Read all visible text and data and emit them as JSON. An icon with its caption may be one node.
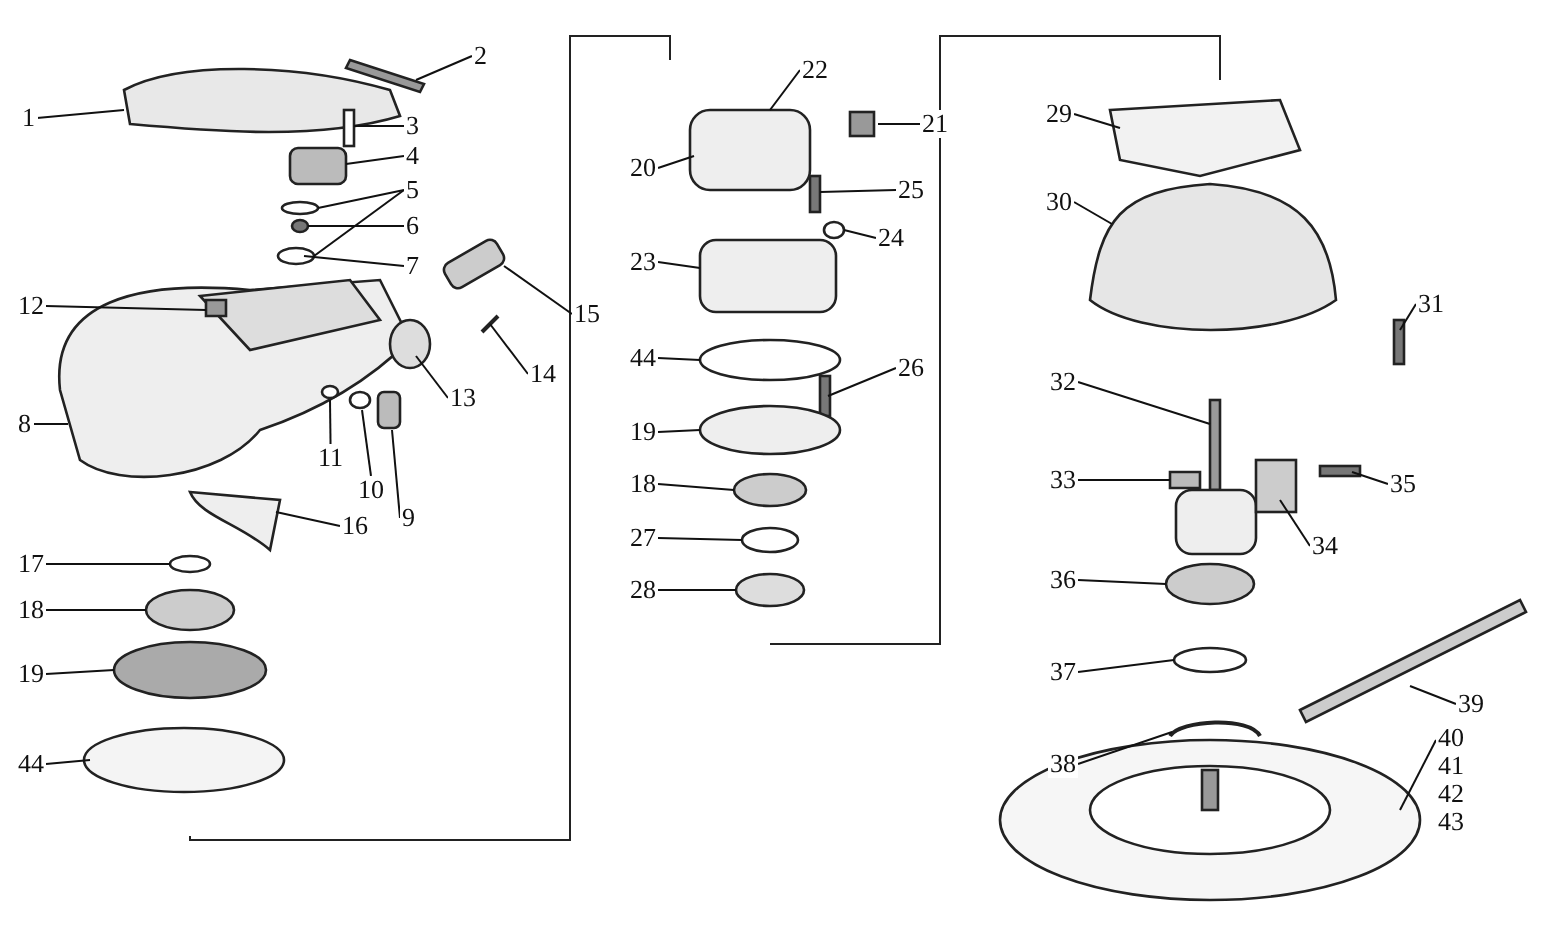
{
  "diagram": {
    "nodes": [
      {
        "text": [
          "1"
        ]
      },
      {
        "text": [
          "2"
        ]
      },
      {
        "text": [
          "3"
        ]
      },
      {
        "text": [
          "4"
        ]
      },
      {
        "text": [
          "5"
        ]
      },
      {
        "text": [
          "6"
        ]
      },
      {
        "text": [
          "7"
        ]
      },
      {
        "text": [
          "12"
        ]
      },
      {
        "text": [
          "15"
        ]
      },
      {
        "text": [
          "8"
        ]
      },
      {
        "text": [
          "13"
        ]
      },
      {
        "text": [
          "14"
        ]
      },
      {
        "text": [
          "11"
        ]
      },
      {
        "text": [
          "10"
        ]
      },
      {
        "text": [
          "9"
        ]
      },
      {
        "text": [
          "16"
        ]
      },
      {
        "text": [
          "17"
        ]
      },
      {
        "text": [
          "18"
        ]
      },
      {
        "text": [
          "19"
        ]
      },
      {
        "text": [
          "44"
        ]
      },
      {
        "text": [
          "22"
        ]
      },
      {
        "text": [
          "21"
        ]
      },
      {
        "text": [
          "20"
        ]
      },
      {
        "text": [
          "25"
        ]
      },
      {
        "text": [
          "24"
        ]
      },
      {
        "text": [
          "23"
        ]
      },
      {
        "text": [
          "44"
        ]
      },
      {
        "text": [
          "26"
        ]
      },
      {
        "text": [
          "19"
        ]
      },
      {
        "text": [
          "18"
        ]
      },
      {
        "text": [
          "27"
        ]
      },
      {
        "text": [
          "28"
        ]
      },
      {
        "text": [
          "29"
        ]
      },
      {
        "text": [
          "30"
        ]
      },
      {
        "text": [
          "31"
        ]
      },
      {
        "text": [
          "32"
        ]
      },
      {
        "text": [
          "33"
        ]
      },
      {
        "text": [
          "34"
        ]
      },
      {
        "text": [
          "35"
        ]
      },
      {
        "text": [
          "36"
        ]
      },
      {
        "text": [
          "37"
        ]
      },
      {
        "text": [
          "38"
        ]
      },
      {
        "text": [
          "39"
        ]
      },
      {
        "text": [
          "40",
          "41",
          "42",
          "43"
        ]
      }
    ],
    "edges": [
      {
        "from": 0,
        "to": null,
        "arrow": "none"
      },
      {
        "from": 1,
        "to": null,
        "arrow": "none"
      },
      {
        "from": 2,
        "to": null,
        "arrow": "none"
      },
      {
        "from": 3,
        "to": null,
        "arrow": "none"
      },
      {
        "from": 4,
        "to": null,
        "arrow": "none"
      },
      {
        "from": 4,
        "to": null,
        "arrow": "none"
      },
      {
        "from": 5,
        "to": null,
        "arrow": "none"
      },
      {
        "from": 6,
        "to": null,
        "arrow": "none"
      },
      {
        "from": 7,
        "to": null,
        "arrow": "none"
      },
      {
        "from": 8,
        "to": null,
        "arrow": "none"
      },
      {
        "from": 9,
        "to": null,
        "arrow": "none"
      },
      {
        "from": 10,
        "to": null,
        "arrow": "none"
      },
      {
        "from": 11,
        "to": null,
        "arrow": "none"
      },
      {
        "from": 12,
        "to": null,
        "arrow": "none"
      },
      {
        "from": 13,
        "to": null,
        "arrow": "none"
      },
      {
        "from": 14,
        "to": null,
        "arrow": "none"
      },
      {
        "from": 15,
        "to": null,
        "arrow": "none"
      },
      {
        "from": 16,
        "to": null,
        "arrow": "none"
      },
      {
        "from": 17,
        "to": null,
        "arrow": "none"
      },
      {
        "from": 18,
        "to": null,
        "arrow": "none"
      },
      {
        "from": 19,
        "to": null,
        "arrow": "none"
      },
      {
        "from": 20,
        "to": null,
        "arrow": "none"
      },
      {
        "from": 21,
        "to": null,
        "arrow": "none"
      },
      {
        "from": 22,
        "to": null,
        "arrow": "none"
      },
      {
        "from": 23,
        "to": null,
        "arrow": "none"
      },
      {
        "from": 24,
        "to": null,
        "arrow": "none"
      },
      {
        "from": 25,
        "to": null,
        "arrow": "none"
      },
      {
        "from": 26,
        "to": null,
        "arrow": "none"
      },
      {
        "from": 27,
        "to": null,
        "arrow": "none"
      },
      {
        "from": 28,
        "to": null,
        "arrow": "none"
      },
      {
        "from": 29,
        "to": null,
        "arrow": "none"
      },
      {
        "from": 30,
        "to": null,
        "arrow": "none"
      },
      {
        "from": 31,
        "to": null,
        "arrow": "none"
      },
      {
        "from": 32,
        "to": null,
        "arrow": "none"
      },
      {
        "from": 33,
        "to": null,
        "arrow": "none"
      },
      {
        "from": 34,
        "to": null,
        "arrow": "none"
      },
      {
        "from": 35,
        "to": null,
        "arrow": "none"
      },
      {
        "from": 36,
        "to": null,
        "arrow": "none"
      },
      {
        "from": 37,
        "to": null,
        "arrow": "none"
      },
      {
        "from": 38,
        "to": null,
        "arrow": "none"
      },
      {
        "from": 39,
        "to": null,
        "arrow": "none"
      },
      {
        "from": 40,
        "to": null,
        "arrow": "none"
      },
      {
        "from": 41,
        "to": null,
        "arrow": "none"
      },
      {
        "from": 42,
        "to": null,
        "arrow": "none"
      },
      {
        "from": 43,
        "to": null,
        "arrow": "none"
      }
    ]
  }
}
